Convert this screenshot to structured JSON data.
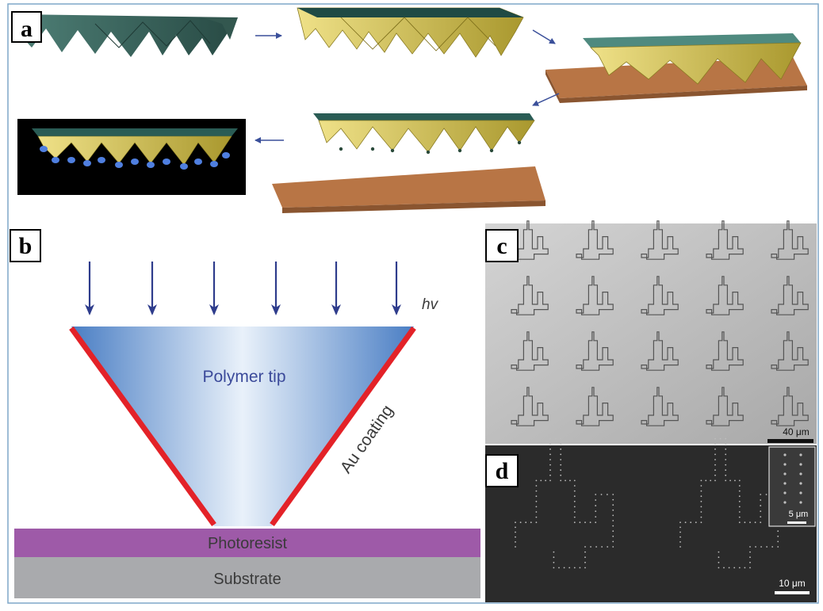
{
  "panels": {
    "a": {
      "letter": "a"
    },
    "b": {
      "letter": "b",
      "light_label": "hv",
      "tip_label": "Polymer tip",
      "coating_label": "Au coating",
      "resist_label": "Photoresist",
      "substrate_label": "Substrate"
    },
    "c": {
      "letter": "c",
      "scale_label": "40 μm"
    },
    "d": {
      "letter": "d",
      "scale_label": "10 μm",
      "inset_scale_label": "5 μm"
    }
  },
  "colors": {
    "frame": "#7fa7c9",
    "mold_teal": "#3d6b63",
    "pyramid_gold": "#d8c75a",
    "substrate_brown": "#b87545",
    "arrow_blue": "#3a4f9a",
    "photoresist_purple": "#9e5aa8",
    "substrate_gray": "#a9aaad",
    "coating_red": "#e32228",
    "tip_blue": "#5a88c8",
    "dot_blue": "#4f7fe0"
  }
}
